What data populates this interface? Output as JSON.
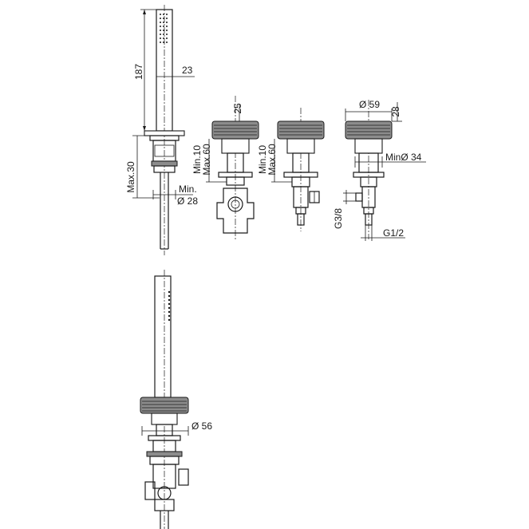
{
  "dimensions": {
    "hand_shower_length": "187",
    "hand_shower_diameter": "23",
    "max_deck_thickness": "Max.30",
    "min_hole_label": "Min.",
    "min_hole_diameter": "Ø 28",
    "valve_height": "25",
    "valve_min": "Min.10",
    "valve_max": "Max.60",
    "valve2_min": "Min.10",
    "valve2_max": "Max.60",
    "diverter_diameter": "Ø 59",
    "diverter_height": "28",
    "min_hole_34": "MinØ 34",
    "thread_g38": "G3/8",
    "thread_g12": "G1/2",
    "base_diameter": "Ø 56"
  }
}
